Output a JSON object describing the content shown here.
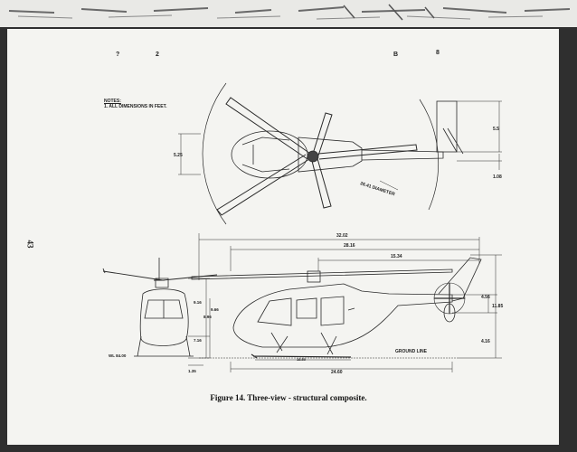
{
  "notes": {
    "title": "NOTES:",
    "line1": "1. ALL DIMENSIONS IN FEET."
  },
  "page_number": "43",
  "caption": "Figure 14.   Three-view - structural composite.",
  "dimensions": {
    "rotor_diameter": "26.41 DIAMETER",
    "plan_width_left": "5.25",
    "plan_tail_height": "5.5",
    "plan_tail_offset": "1.08",
    "overall_length": "32.02",
    "rotor_to_tail": "28.16",
    "mast_to_tail": "15.34",
    "front_height_a": "9.16",
    "front_height_b": "9.66",
    "front_height_c": "8.96",
    "front_height_d": "7.16",
    "skid_clearance": "1.35",
    "water_line": "WL 84.00",
    "tail_rotor_a": "4.56",
    "tail_rotor_b": "11.85",
    "tail_rotor_c": "4.16",
    "ground_line": "GROUND LINE",
    "skid_length": "18.50",
    "fuselage_length": "24.60"
  },
  "scan_marks": {
    "m1": "?",
    "m2": "2",
    "m3": "B",
    "m4": "8"
  }
}
